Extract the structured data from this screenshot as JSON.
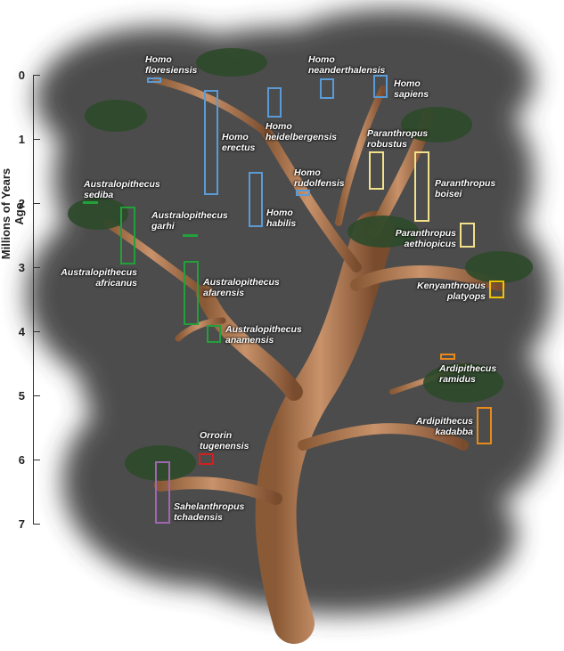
{
  "axis": {
    "title": "Millions of Years Ago",
    "ticks": [
      "0",
      "1",
      "2",
      "3",
      "4",
      "5",
      "6",
      "7"
    ]
  },
  "colors": {
    "homo": "#5b9bd5",
    "australopithecus": "#22a03a",
    "paranthropus": "#f2e08a",
    "kenyanthropus": "#f2c200",
    "ardipithecus": "#e8891c",
    "orrorin": "#d02020",
    "sahelanthropus": "#a066b0",
    "tree_trunk": "#b07a4e",
    "canopy": "#3c3c3c"
  },
  "species": {
    "homo_floresiensis": "Homo\nfloresiensis",
    "homo_neanderthalensis": "Homo\nneanderthalensis",
    "homo_sapiens": "Homo\nsapiens",
    "homo_heidelbergensis": "Homo\nheidelbergensis",
    "homo_erectus": "Homo\nerectus",
    "homo_rudolfensis": "Homo\nrudolfensis",
    "homo_habilis": "Homo\nhabilis",
    "paranthropus_robustus": "Paranthropus\nrobustus",
    "paranthropus_boisei": "Paranthropus\nboisei",
    "paranthropus_aethiopicus": "Paranthropus\naethiopicus",
    "kenyanthropus_platyops": "Kenyanthropus\nplatyops",
    "australopithecus_sediba": "Australopithecus\nsediba",
    "australopithecus_garhi": "Australopithecus\ngarhi",
    "australopithecus_africanus": "Australopithecus\nafricanus",
    "australopithecus_afarensis": "Australopithecus\nafarensis",
    "australopithecus_anamensis": "Australopithecus\nanamensis",
    "ardipithecus_ramidus": "Ardipithecus\nramidus",
    "ardipithecus_kadabba": "Ardipithecus\nkadabba",
    "orrorin_tugenensis": "Orrorin\ntugenensis",
    "sahelanthropus_tchadensis": "Sahelanthropus\ntchadensis"
  }
}
